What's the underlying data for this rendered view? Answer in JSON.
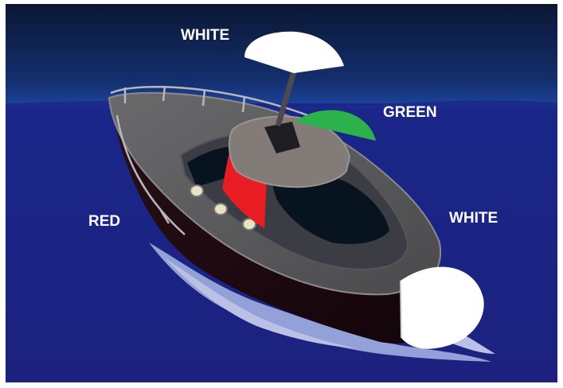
{
  "diagram": {
    "labels": {
      "masthead_white": "WHITE",
      "starboard_green": "GREEN",
      "port_red": "RED",
      "stern_white": "WHITE"
    },
    "colors": {
      "sky_top": "#0d1b3d",
      "sky_horizon": "#1b3a7c",
      "water_top": "#1a2a8a",
      "water_bottom": "#1b1f7e",
      "hull_dark": "#1a0c12",
      "deck_gray": "#5c5c5e",
      "cabin_roof": "#837b78",
      "window_dark": "#07141f",
      "red_light": "#e91c24",
      "green_light": "#2bb24c",
      "white_light": "#ffffff",
      "wake": "#a9b7e8"
    },
    "icons": [
      "sailboat-lights-illustration"
    ]
  }
}
